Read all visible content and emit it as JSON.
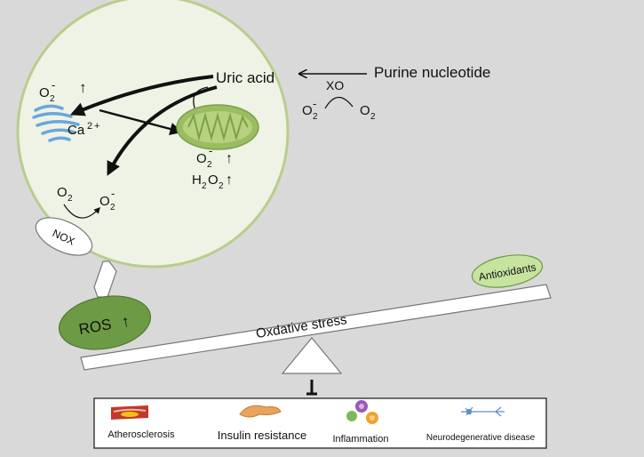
{
  "colors": {
    "background": "#d9d9d9",
    "cell_fill": "#eef3e6",
    "cell_border": "#b9cd8c",
    "ros_fill": "#6d9a45",
    "antioxidant_fill": "#c6e3a0",
    "mitochondrion": "#9bbd62",
    "er": "#6aa6dc",
    "artery": "#c0392b",
    "pancreas": "#e8a45a"
  },
  "pathway": {
    "uric_acid": "Uric acid",
    "purine": "Purine nucleotide",
    "xo": "XO",
    "o2": "O",
    "two": "2",
    "minus": "-",
    "plus": "+",
    "ca": "Ca",
    "h2o2_h": "H",
    "h2o2_o": "O",
    "up_arrow": "↑"
  },
  "nox": "NOX",
  "ros": "ROS",
  "antioxidants": "Antioxidants",
  "oxidative_stress": "Oxdative stress",
  "outcomes": [
    {
      "label": "Atherosclerosis",
      "icon": "artery-icon"
    },
    {
      "label": "Insulin resistance",
      "icon": "pancreas-icon"
    },
    {
      "label": "Inflammation",
      "icon": "immune-cells-icon"
    },
    {
      "label": "Neurodegenerative disease",
      "icon": "neuron-icon"
    }
  ]
}
